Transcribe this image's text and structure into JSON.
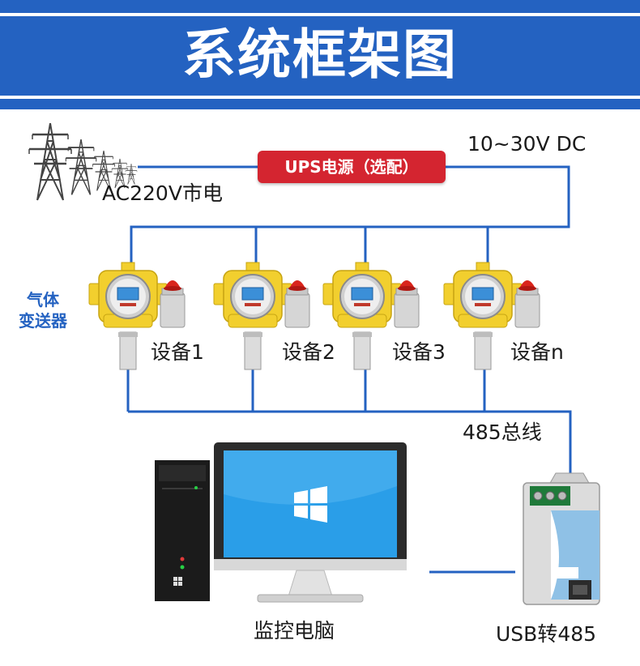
{
  "header": {
    "title": "系统框架图"
  },
  "power": {
    "mains_label": "AC220V市电",
    "ups_label": "UPS电源（选配）",
    "dc_label": "10~30V DC"
  },
  "devices": {
    "group_label_line1": "气体",
    "group_label_line2": "变送器",
    "items": [
      {
        "label": "设备1"
      },
      {
        "label": "设备2"
      },
      {
        "label": "设备3"
      },
      {
        "label": "设备n"
      }
    ]
  },
  "bus": {
    "label": "485总线"
  },
  "bottom": {
    "computer_label": "监控电脑",
    "converter_label": "USB转485"
  },
  "colors": {
    "banner": "#2462c1",
    "wire": "#2462c1",
    "ups": "#d42530",
    "device_body": "#f2cf2e",
    "alarm": "#d9251c",
    "gas_label": "#2462c1"
  },
  "icons": [
    "power-tower-icon",
    "gas-transmitter-icon",
    "alarm-lamp-icon",
    "computer-tower-icon",
    "monitor-icon",
    "windows-logo-icon",
    "converter-icon"
  ]
}
